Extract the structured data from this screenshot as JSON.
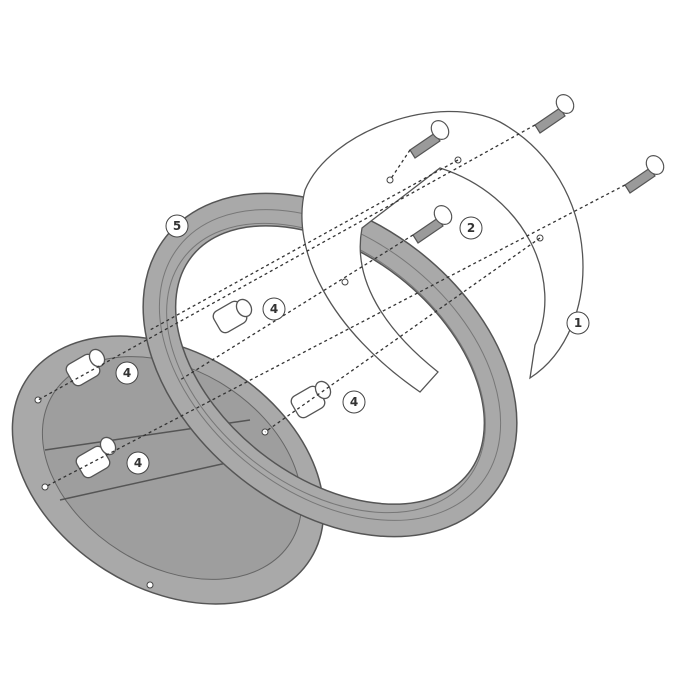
{
  "callouts": {
    "plate": "1",
    "screw": "2",
    "spacer_a": "4",
    "spacer_b": "4",
    "spacer_c": "4",
    "spacer_d": "4",
    "ring": "5"
  },
  "colors": {
    "part_fill": "#a9a9a9",
    "outline": "#555555",
    "plate_fill": "#ffffff"
  }
}
